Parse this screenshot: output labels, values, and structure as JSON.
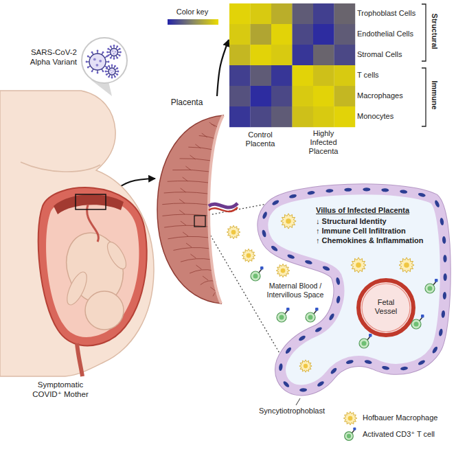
{
  "diagram": {
    "nodes": [
      {
        "text": [
          "SARS-CoV-2 Alpha Variant"
        ]
      },
      {
        "text": [
          "Symptomatic COVID⁺ Mother"
        ]
      },
      {
        "text": [
          "Placenta"
        ]
      },
      {
        "text": [
          "Trophoblast Cells",
          "Endothelial Cells",
          "Stromal Cells",
          "T cells",
          "Macrophages",
          "Monocytes",
          "Control Placenta",
          "Highly Infected Placenta"
        ]
      },
      {
        "text": [
          "Villus of Infected Placenta",
          "↓ Structural Identity",
          "↑ Immune Cell Infiltration",
          "↑ Chemokines & Inflammation"
        ]
      },
      {
        "text": [
          "Fetal Vessel"
        ],
        "in": 4
      }
    ],
    "edges": [
      {
        "from": 1,
        "to": 2,
        "arrow": "to"
      },
      {
        "from": 2,
        "to": 3,
        "arrow": "to"
      },
      {
        "from": 2,
        "to": 4,
        "arrow": "none"
      },
      {
        "from": 2,
        "to": 4,
        "arrow": "none"
      }
    ],
    "labels": [
      "Color key",
      "Structural",
      "Immune",
      "Maternal Blood / Intervillous Space",
      "Syncytiotrophoblast"
    ],
    "legend": [
      {
        "text": "Hofbauer Macrophage"
      },
      {
        "text": "Activated CD3⁺ T cell"
      }
    ]
  }
}
